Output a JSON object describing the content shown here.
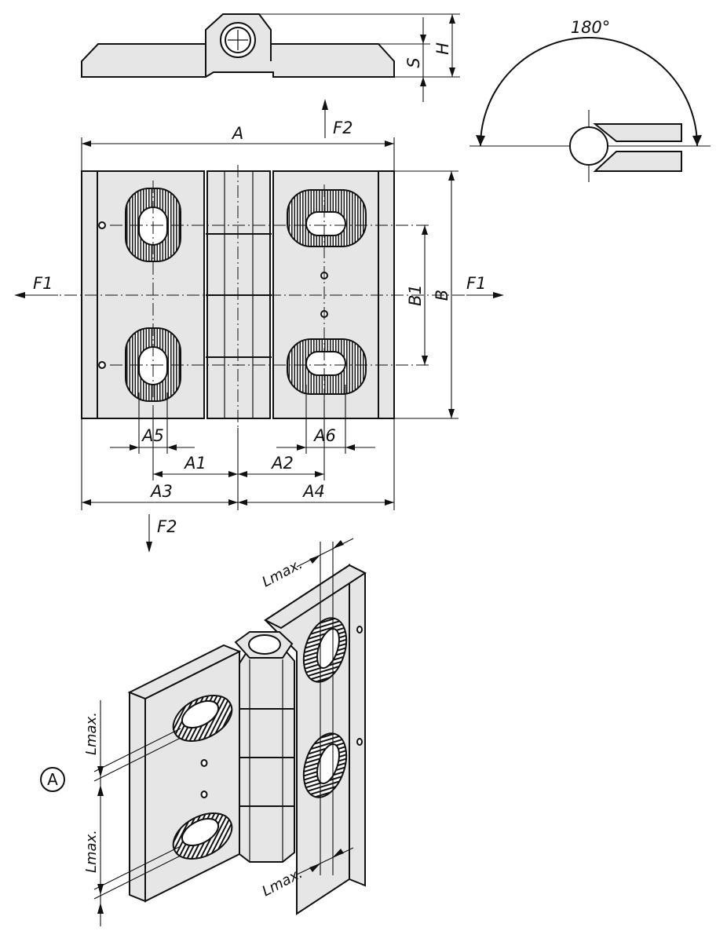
{
  "labels": {
    "A": "A",
    "B": "B",
    "B1": "B1",
    "H": "H",
    "S": "S",
    "F1": "F1",
    "F2": "F2",
    "A1": "A1",
    "A2": "A2",
    "A3": "A3",
    "A4": "A4",
    "A5": "A5",
    "A6": "A6",
    "angle": "180°",
    "lmax": "Lmax.",
    "detail": "A"
  },
  "colors": {
    "part_fill": "#e6e6e6",
    "line": "#111111",
    "background": "#ffffff"
  }
}
